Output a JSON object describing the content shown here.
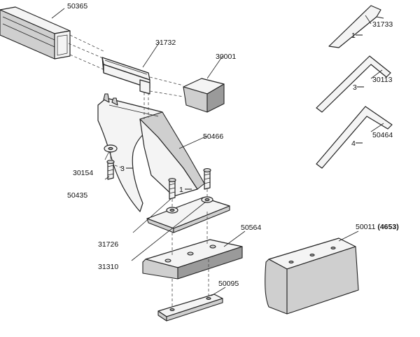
{
  "parts": {
    "bar": "50365",
    "spacer": "31732",
    "end_cap": "30001",
    "key_1": "31733",
    "key_2": "30113",
    "key_3": "50464",
    "washer": "30154",
    "bolt": "50435",
    "foot": "50466",
    "bolt_pair": "31726",
    "base_plate": "31310",
    "foot_pad": "50564",
    "clamp": "50095",
    "rubber_pad": "50011",
    "rubber_pad_alt": "(4653)"
  },
  "markers": {
    "key_1": "1",
    "key_2": "3",
    "key_3": "4",
    "bolt": "3",
    "bolt_pair": "1"
  }
}
